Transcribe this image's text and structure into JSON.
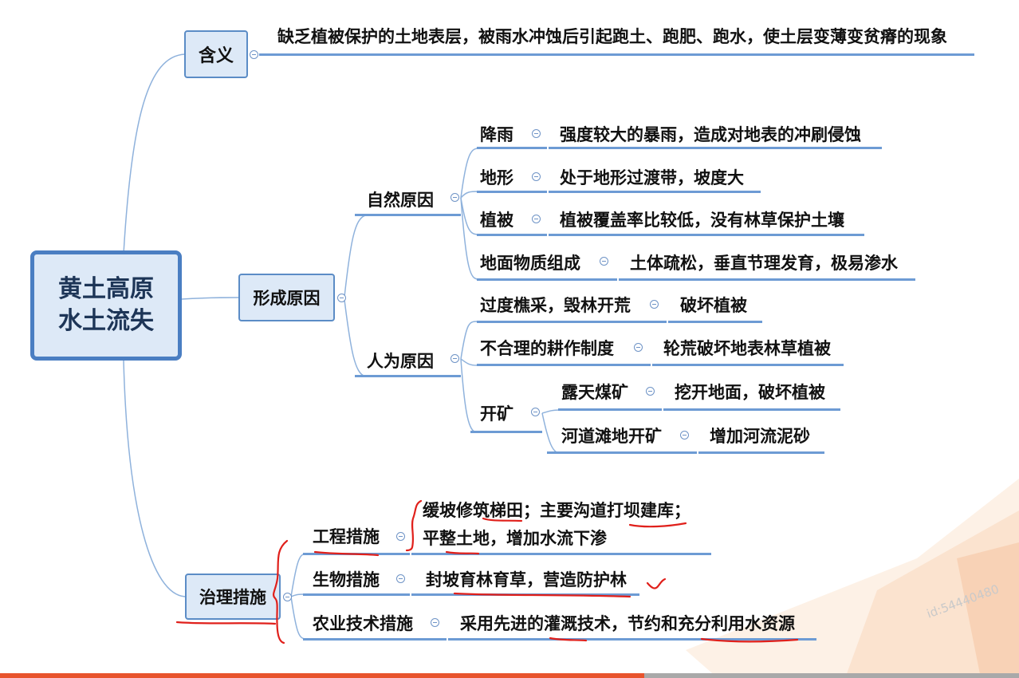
{
  "root": {
    "line1": "黄土高原",
    "line2": "水土流失"
  },
  "meaning": {
    "label": "含义",
    "text": "缺乏植被保护的土地表层，被雨水冲蚀后引起跑土、跑肥、跑水，使土层变薄变贫瘠的现象"
  },
  "causes": {
    "label": "形成原因",
    "natural": {
      "label": "自然原因",
      "items": [
        {
          "name": "降雨",
          "desc": "强度较大的暴雨，造成对地表的冲刷侵蚀"
        },
        {
          "name": "地形",
          "desc": "处于地形过渡带，坡度大"
        },
        {
          "name": "植被",
          "desc": "植被覆盖率比较低，没有林草保护土壤"
        },
        {
          "name": "地面物质组成",
          "desc": "土体疏松，垂直节理发育，极易渗水"
        }
      ]
    },
    "human": {
      "label": "人为原因",
      "items": [
        {
          "name": "过度樵采，毁林开荒",
          "desc": "破坏植被"
        },
        {
          "name": "不合理的耕作制度",
          "desc": "轮荒破坏地表林草植被"
        }
      ],
      "mining": {
        "label": "开矿",
        "items": [
          {
            "name": "露天煤矿",
            "desc": "挖开地面，破坏植被"
          },
          {
            "name": "河道滩地开矿",
            "desc": "增加河流泥砂"
          }
        ]
      }
    }
  },
  "measures": {
    "label": "治理措施",
    "items": [
      {
        "name": "工程措施",
        "line1": "缓坡修筑梯田；主要沟道打坝建库；",
        "line2": "平整土地，增加水流下渗"
      },
      {
        "name": "生物措施",
        "desc": "封坡育林育草，营造防护林"
      },
      {
        "name": "农业技术措施",
        "desc": "采用先进的灌溉技术，节约和充分利用水资源"
      }
    ]
  },
  "watermark": "id:54440480",
  "colors": {
    "line": "#8fb2dc",
    "underline": "#6d9bd4",
    "box_fill": "#dde9f7",
    "box_border": "#5b8cc6",
    "ink": "#e0201b",
    "bar": "#e8542d"
  }
}
